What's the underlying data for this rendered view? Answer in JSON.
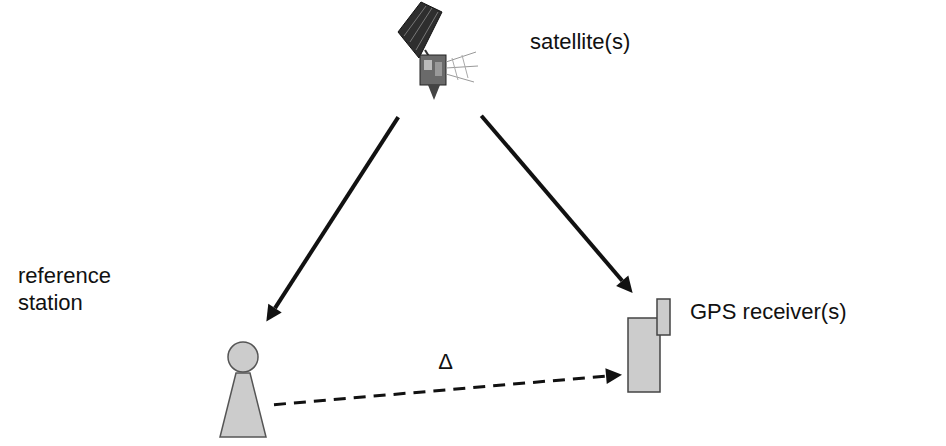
{
  "diagram": {
    "nodes": [
      {
        "text": [
          "satellite(s)"
        ]
      },
      {
        "text": [
          "reference station"
        ]
      },
      {
        "text": [
          "GPS receiver(s)"
        ]
      }
    ],
    "edges": [
      {
        "from": 0,
        "to": 1,
        "arrow": "to"
      },
      {
        "from": 0,
        "to": 2,
        "arrow": "to"
      },
      {
        "from": 1,
        "to": 2,
        "arrow": "to",
        "label": "Δ"
      }
    ]
  }
}
